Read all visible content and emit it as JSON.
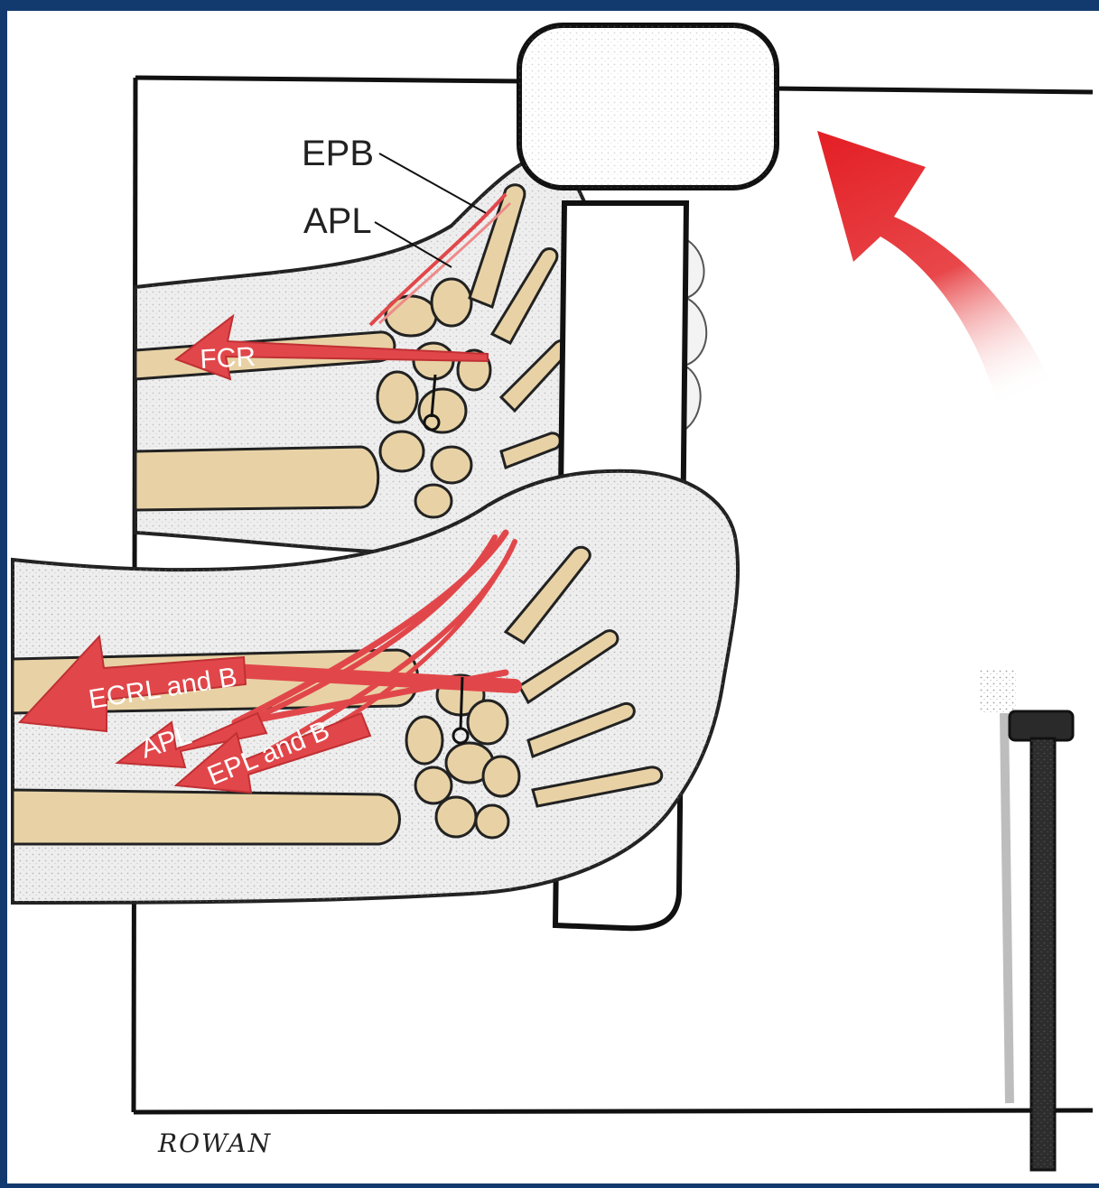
{
  "labels": {
    "epb": "EPB",
    "apl_top": "APL",
    "fcr": "FCR",
    "ecrl": "ECRL and B",
    "apl_bottom": "APL",
    "epl": "EPL and B"
  },
  "signature": "ROWAN",
  "colors": {
    "frame_background": "#123a6e",
    "panel": "#ffffff",
    "skin": "#eeeeee",
    "bone": "#e8d2a5",
    "tendon": "#e1474a",
    "motion_arrow": "#e31e24"
  },
  "icons": {
    "motion": "curved-arrow-icon",
    "nail": "nail-icon",
    "hammer": "hammer-icon"
  }
}
